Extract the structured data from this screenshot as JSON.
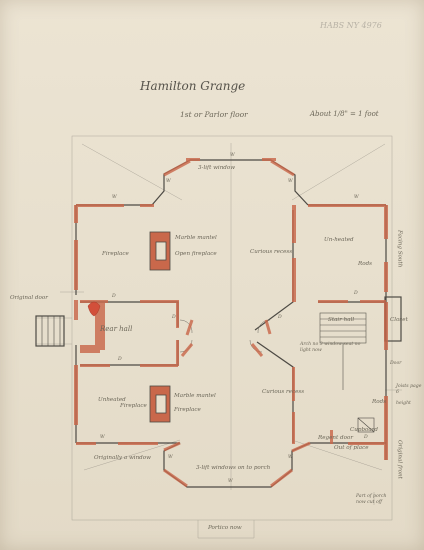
{
  "header": {
    "title": "Hamilton Grange",
    "subtitle": "1st or Parlor floor",
    "scale": "About 1/8\" = 1 foot",
    "catalog_pencil": "HABS NY 4976"
  },
  "labels": {
    "north_window_bay": "3-lift window",
    "nw_room_fireplace": "Fireplace",
    "nw_mantel": "Marble mantel",
    "nw_open_fireplace": "Open fireplace",
    "center_recess": "Curious recess",
    "ne_room": "Un-heated",
    "ne_rods": "Rods",
    "facing_south": "Facing South",
    "original_door": "Original door",
    "rear_hall": "Rear hall",
    "closet": "Closet",
    "sw_room": "Unheated",
    "sw_fireplace_q": "Fireplace",
    "sw_mantel": "Marble mantel",
    "sw_fireplace_label": "Fireplace",
    "se_recess": "Curious recess",
    "stair_hall": "Stair hall",
    "stair_note": "Arch no 3 window seat no light now",
    "cupboard": "Cupboard",
    "regent_door": "Regent door",
    "se_rods": "Rods",
    "note_right": "Joists page 6 ",
    "note_right_2": "height",
    "door_note": "Door",
    "original_window": "Originally a window",
    "south_bay": "3-lift windows on to porch",
    "porch_note": "Part of porch now cut off",
    "original_front": "Original front",
    "portico": "Portico now",
    "out_of_place": "Out of place",
    "w_mark": "W",
    "d_mark": "D"
  }
}
